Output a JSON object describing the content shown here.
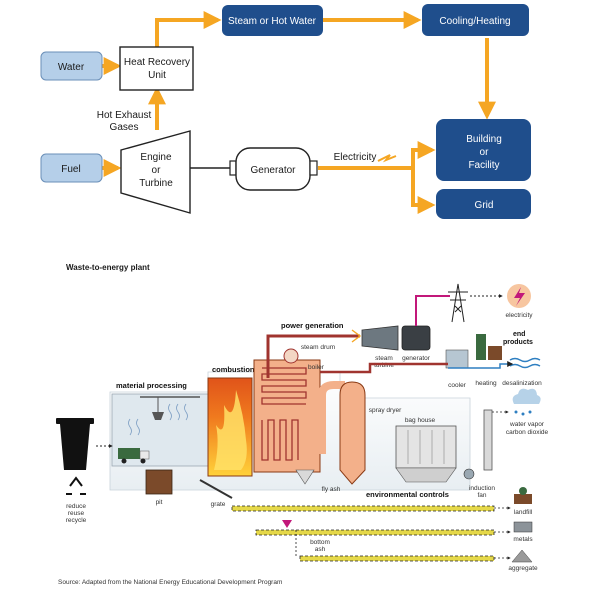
{
  "chp": {
    "water": "Water",
    "heat_recovery": [
      "Heat Recovery",
      "Unit"
    ],
    "steam": "Steam or Hot Water",
    "cooling": "Cooling/Heating",
    "exhaust": [
      "Hot Exhaust",
      "Gases"
    ],
    "fuel": "Fuel",
    "engine": [
      "Engine",
      "or",
      "Turbine"
    ],
    "generator": "Generator",
    "electricity": "Electricity",
    "building": [
      "Building",
      "or",
      "Facility"
    ],
    "grid": "Grid"
  },
  "wte": {
    "title": "Waste-to-energy plant",
    "power_generation": "power generation",
    "steam_drum": "steam drum",
    "boiler": "boiler",
    "combustion": "combustion",
    "material_processing": "material processing",
    "steam_turbine": [
      "steam",
      "turbine"
    ],
    "generator": "generator",
    "electricity": "electricity",
    "end_products": [
      "end",
      "products"
    ],
    "cooler": "cooler",
    "heating": "heating",
    "desalinization": "desalinization",
    "water_vapor": [
      "water vapor",
      "carbon dioxide"
    ],
    "spray_dryer": "spray dryer",
    "bag_house": "bag house",
    "fly_ash": "fly ash",
    "environmental_controls": "environmental controls",
    "induction_fan": [
      "induction",
      "fan"
    ],
    "landfill": "landfill",
    "metals": "metals",
    "aggregate": "aggregate",
    "grate": "grate",
    "pit": "pit",
    "bottom_ash": [
      "bottom",
      "ash"
    ],
    "reduce": [
      "reduce",
      "reuse",
      "recycle"
    ],
    "source": "Source: Adapted from the National Energy Educational Development Program"
  },
  "colors": {
    "navy": "#1f4e8c",
    "light_blue": "#b5cfe9",
    "orange": "#f5a623",
    "pipe_red": "#a0342f",
    "combustion": "#f07a1e",
    "magenta": "#c2187a"
  }
}
